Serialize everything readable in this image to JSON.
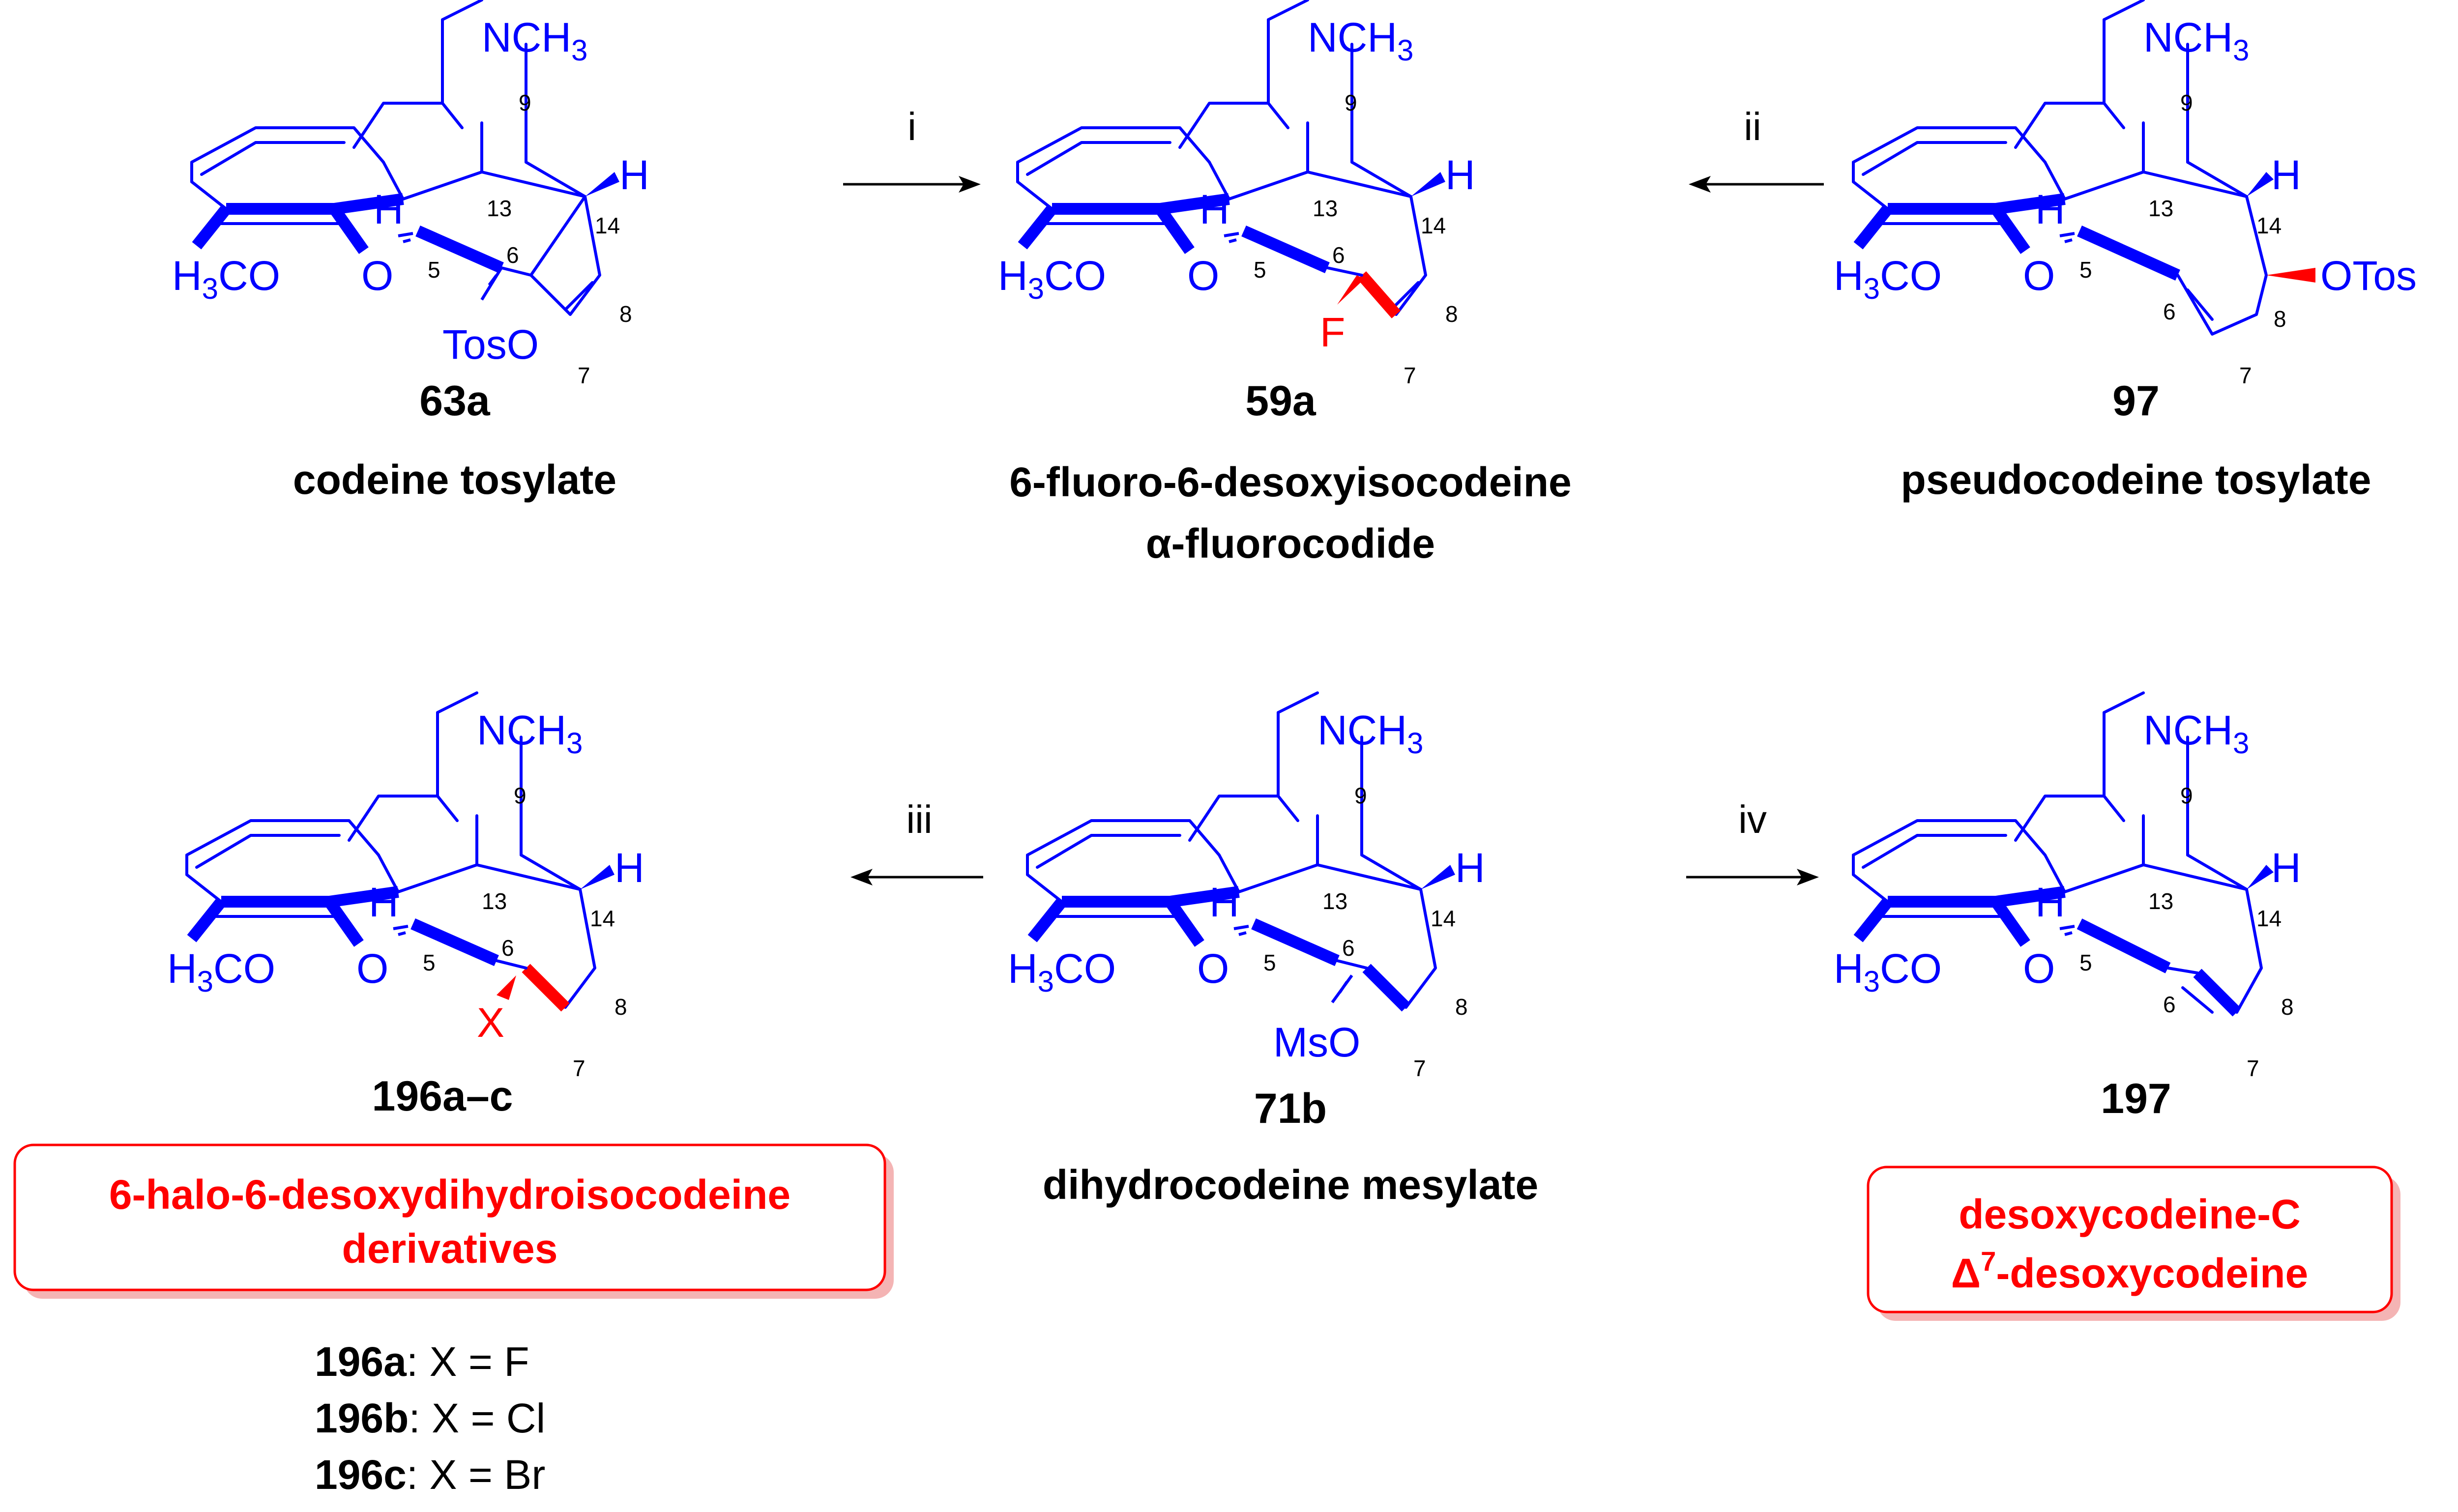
{
  "structures": [
    {
      "id": "63a",
      "name": [
        "codeine tosylate"
      ],
      "substituent": "TosO",
      "n_group": "NCH3"
    },
    {
      "id": "59a",
      "name": [
        "6-fluoro-6-desoxyisocodeine",
        "α-fluorocodide"
      ],
      "substituent": "F",
      "n_group": "NCH3"
    },
    {
      "id": "97",
      "name": [
        "pseudocodeine tosylate"
      ],
      "substituent": "OTos",
      "n_group": "NCH3"
    },
    {
      "id": "196a–c",
      "name": [
        "6-halo-6-desoxydihydroisocodeine",
        "derivatives"
      ],
      "substituent": "X",
      "n_group": "NCH3",
      "boxed": true
    },
    {
      "id": "71b",
      "name": [
        "dihydrocodeine mesylate"
      ],
      "substituent": "MsO",
      "n_group": "NCH3"
    },
    {
      "id": "197",
      "name": [
        "desoxycodeine-C",
        "Δ7-desoxycodeine"
      ],
      "n_group": "NCH3",
      "boxed": true
    }
  ],
  "common_labels": {
    "methoxy": "H3CO",
    "oxygen": "O",
    "hydrogen": "H",
    "positions": [
      "5",
      "6",
      "7",
      "8",
      "9",
      "13",
      "14"
    ]
  },
  "arrows": [
    {
      "label": "i",
      "from": "63a",
      "to": "59a"
    },
    {
      "label": "ii",
      "from": "97",
      "to": "59a"
    },
    {
      "label": "iii",
      "from": "71b",
      "to": "196a–c"
    },
    {
      "label": "iv",
      "from": "71b",
      "to": "197"
    }
  ],
  "legend": [
    {
      "compound": "196a",
      "text": ": X = F"
    },
    {
      "compound": "196b",
      "text": ": X = Cl"
    },
    {
      "compound": "196c",
      "text": ": X = Br"
    }
  ],
  "colors": {
    "structure": "#0000ff",
    "highlight": "#ff0000",
    "text": "#000000",
    "box_shadow": "#f4b4b4"
  }
}
